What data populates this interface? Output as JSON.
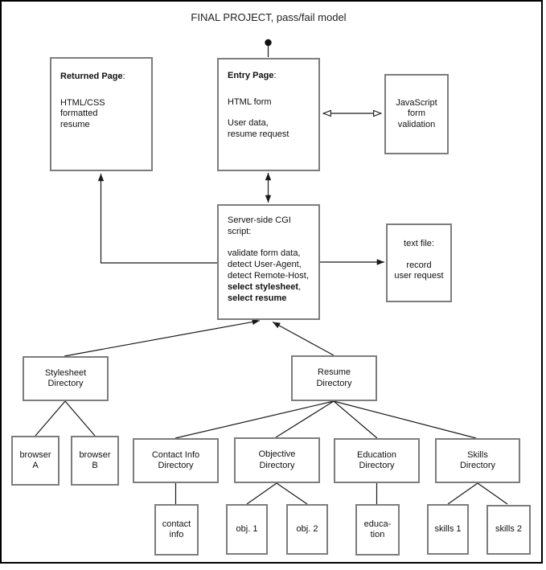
{
  "title": "FINAL PROJECT, pass/fail model",
  "nodes": {
    "returned_page": {
      "heading": "Returned Page",
      "colon": ":",
      "body1": "HTML/CSS formatted",
      "body2": "resume"
    },
    "entry_page": {
      "heading": "Entry Page",
      "colon": ":",
      "body1": "HTML form",
      "body2": "User data,",
      "body3": "resume request"
    },
    "javascript": {
      "l1": "JavaScript",
      "l2": "form",
      "l3": "validation"
    },
    "cgi": {
      "l1": "Server-side CGI",
      "l2": "script:",
      "l3": "validate form data,",
      "l4": "detect User-Agent,",
      "l5": "detect Remote-Host,",
      "l6b": "select stylesheet",
      "l6t": ",",
      "l7b": "select resume"
    },
    "text_file": {
      "l1": "text file:",
      "l2": "record",
      "l3": "user request"
    },
    "stylesheet_dir": {
      "l1": "Stylesheet",
      "l2": "Directory"
    },
    "resume_dir": {
      "l1": "Resume",
      "l2": "Directory"
    },
    "browser_a": {
      "l1": "browser",
      "l2": "A"
    },
    "browser_b": {
      "l1": "browser",
      "l2": "B"
    },
    "contact_dir": {
      "l1": "Contact Info",
      "l2": "Directory"
    },
    "objective_dir": {
      "l1": "Objective",
      "l2": "Directory"
    },
    "education_dir": {
      "l1": "Education",
      "l2": "Directory"
    },
    "skills_dir": {
      "l1": "Skills",
      "l2": "Directory"
    },
    "contact_file": {
      "l1": "contact",
      "l2": "info"
    },
    "obj1": {
      "label": "obj. 1"
    },
    "obj2": {
      "label": "obj. 2"
    },
    "education_file": {
      "l1": "educa-",
      "l2": "tion"
    },
    "skills1": {
      "label": "skills 1"
    },
    "skills2": {
      "label": "skills 2"
    }
  },
  "colors": {
    "background": "#ffffff",
    "frame": "#000000",
    "box_border": "#7d7d7d",
    "connector_line": "#1a1a1a",
    "text": "#111111"
  }
}
